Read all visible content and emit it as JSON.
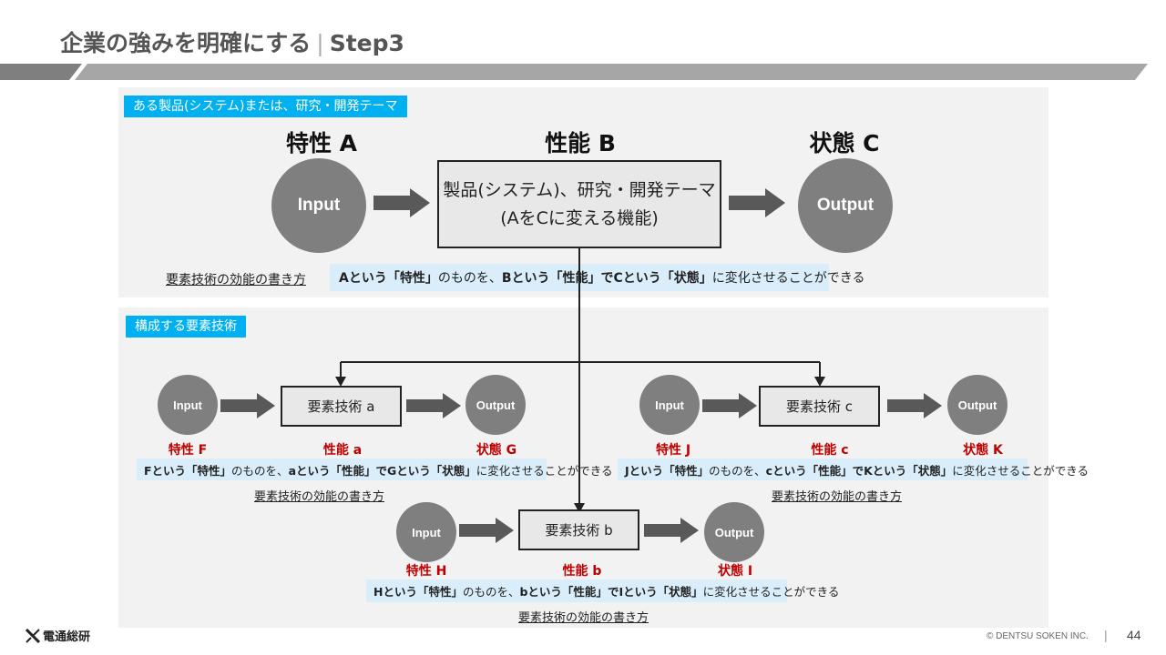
{
  "header": {
    "title": "企業の強みを明確にする",
    "separator": "|",
    "step": "Step3"
  },
  "top_section": {
    "tag": "ある製品(システム)または、研究・開発テーマ",
    "heading_a": "特性 A",
    "heading_b": "性能 B",
    "heading_c": "状態 C",
    "input_label": "Input",
    "output_label": "Output",
    "box_line1": "製品(システム)、研究・開発テーマ",
    "box_line2": "(AをCに変える機能)",
    "howto_label": "要素技術の効能の書き方",
    "statement": [
      {
        "t": "Aという「特性」",
        "b": true
      },
      {
        "t": "のものを、",
        "b": false
      },
      {
        "t": "Bという「性能」",
        "b": true
      },
      {
        "t": "でCという「状態」",
        "b": true
      },
      {
        "t": "に変化させることができる",
        "b": false
      }
    ]
  },
  "bottom_section": {
    "tag": "構成する要素技術",
    "elements": {
      "a": {
        "input": "Input",
        "box": "要素技術 a",
        "output": "Output",
        "label_in": "特性 F",
        "label_mid": "性能 a",
        "label_out": "状態 G",
        "statement": [
          {
            "t": "Fという「特性」",
            "b": true
          },
          {
            "t": "のものを、",
            "b": false
          },
          {
            "t": "aという「性能」",
            "b": true
          },
          {
            "t": "でGという「状態」",
            "b": true
          },
          {
            "t": "に変化させることができる",
            "b": false
          }
        ],
        "howto": "要素技術の効能の書き方"
      },
      "b": {
        "input": "Input",
        "box": "要素技術 b",
        "output": "Output",
        "label_in": "特性 H",
        "label_mid": "性能 b",
        "label_out": "状態 I",
        "statement": [
          {
            "t": "Hという「特性」",
            "b": true
          },
          {
            "t": "のものを、",
            "b": false
          },
          {
            "t": "bという「性能」",
            "b": true
          },
          {
            "t": "でIという「状態」",
            "b": true
          },
          {
            "t": "に変化させることができる",
            "b": false
          }
        ],
        "howto": "要素技術の効能の書き方"
      },
      "c": {
        "input": "Input",
        "box": "要素技術 c",
        "output": "Output",
        "label_in": "特性 J",
        "label_mid": "性能 c",
        "label_out": "状態 K",
        "statement": [
          {
            "t": "Jという「特性」",
            "b": true
          },
          {
            "t": "のものを、",
            "b": false
          },
          {
            "t": "cという「性能」",
            "b": true
          },
          {
            "t": "でKという「状態」",
            "b": true
          },
          {
            "t": "に変化させることができる",
            "b": false
          }
        ],
        "howto": "要素技術の効能の書き方"
      }
    }
  },
  "footer": {
    "logo_text": "電通総研",
    "logo_icon": "dentsu-soken-x-mark-icon",
    "copyright": "© DENTSU SOKEN INC.",
    "separator": "|",
    "page_number": "44"
  },
  "colors": {
    "accent_blue": "#00b0f0",
    "statement_bg": "#d9eefa",
    "label_red": "#c00000",
    "circle_gray": "#7f7f7f",
    "arrow_gray": "#595959",
    "panel_bg": "#f2f2f2"
  }
}
